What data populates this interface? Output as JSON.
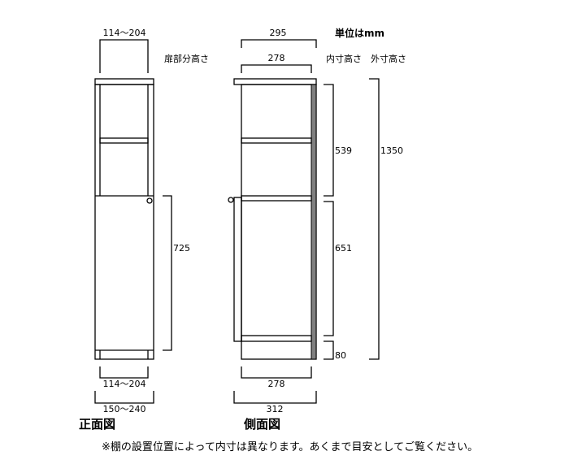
{
  "unit_label": "単位はmm",
  "front_view": {
    "title": "正面図",
    "door_height_label": "扉部分高さ",
    "top_width": "114～204",
    "door_height": "725",
    "bottom_inner_width": "114～204",
    "bottom_outer_width": "150～240"
  },
  "side_view": {
    "title": "側面図",
    "inner_height_label": "内寸高さ",
    "outer_height_label": "外寸高さ",
    "top_outer_depth": "295",
    "top_inner_depth": "278",
    "upper_inner_height": "539",
    "lower_inner_height": "651",
    "plinth_height": "80",
    "total_height": "1350",
    "bottom_inner_depth": "278",
    "bottom_outer_depth": "312"
  },
  "note": "※棚の設置位置によって内寸は異なります。あくまで目安としてご覧ください。",
  "colors": {
    "back_panel": "#808080",
    "line": "#000000"
  }
}
